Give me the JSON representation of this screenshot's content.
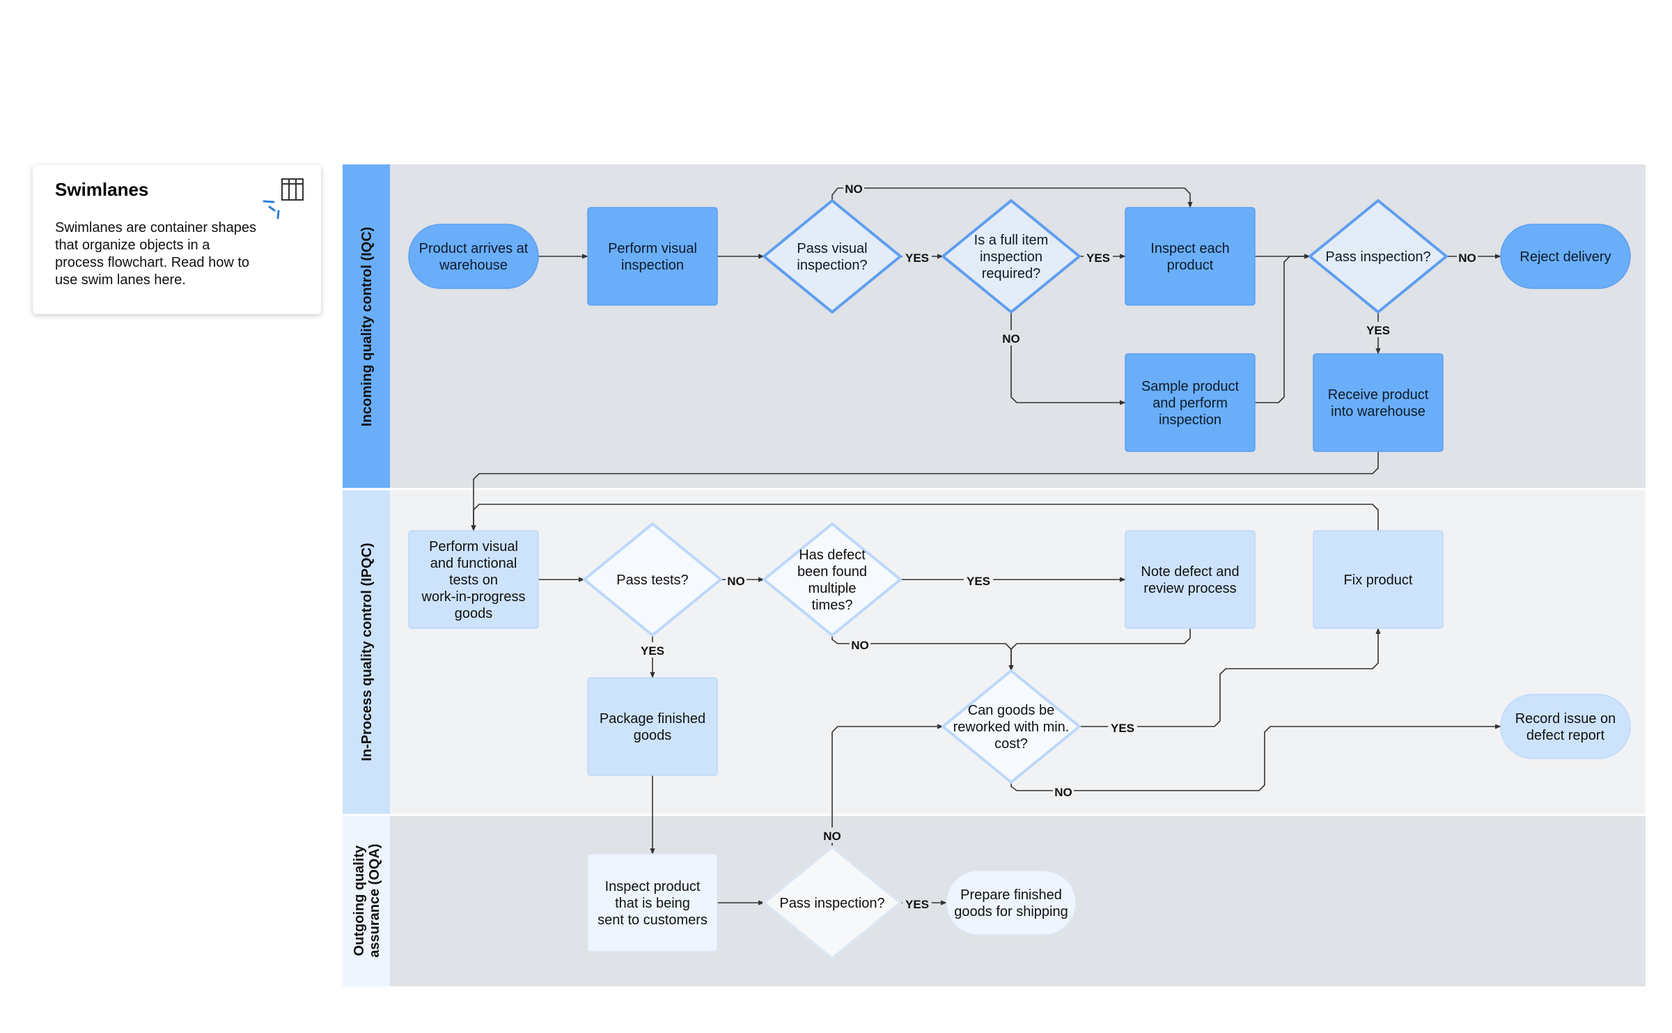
{
  "card": {
    "title": "Swimlanes",
    "body": "Swimlanes are container shapes that organize objects in a process flowchart. Read how to use swim lanes here.",
    "icon": "table-columns-icon"
  },
  "lanes": [
    {
      "id": "iqc",
      "label": "Incoming quality control (IQC)"
    },
    {
      "id": "ipqc",
      "label": "In-Process quality control (IPQC)"
    },
    {
      "id": "oqa",
      "label": "Outgoing quality assurance (OQA)"
    }
  ],
  "nodes": [
    {
      "id": "arrives",
      "text": "Product arrives at warehouse"
    },
    {
      "id": "visual",
      "text": "Perform visual inspection"
    },
    {
      "id": "pass_visual",
      "text": "Pass visual inspection?"
    },
    {
      "id": "full_item",
      "text": "Is a full item inspection required?"
    },
    {
      "id": "inspect_each",
      "text": "Inspect each product"
    },
    {
      "id": "sample",
      "text": "Sample product and perform inspection"
    },
    {
      "id": "pass_insp1",
      "text": "Pass inspection?"
    },
    {
      "id": "reject",
      "text": "Reject delivery"
    },
    {
      "id": "receive",
      "text": "Receive product into warehouse"
    },
    {
      "id": "func_tests",
      "text": "Perform visual and functional tests on work-in-progress goods"
    },
    {
      "id": "pass_tests",
      "text": "Pass tests?"
    },
    {
      "id": "defect_mult",
      "text": "Has defect been found multiple times?"
    },
    {
      "id": "note_defect",
      "text": "Note defect and review process"
    },
    {
      "id": "fix",
      "text": "Fix product"
    },
    {
      "id": "rework",
      "text": "Can goods be reworked with min. cost?"
    },
    {
      "id": "package",
      "text": "Package finished goods"
    },
    {
      "id": "record",
      "text": "Record issue on defect report"
    },
    {
      "id": "inspect_sent",
      "text": "Inspect product that is being sent to customers"
    },
    {
      "id": "pass_insp2",
      "text": "Pass inspection?"
    },
    {
      "id": "prepare",
      "text": "Prepare finished goods for shipping"
    }
  ],
  "edge_labels": {
    "yes": "YES",
    "no": "NO"
  },
  "colors": {
    "lane1_header": "#6aaefa",
    "lane2_header": "#cde3fc",
    "lane3_header": "#eef5fe",
    "lane1_bg": "#dfe2e6",
    "lane2_bg": "#f1f2f4",
    "lane3_bg": "#dfe2e6",
    "shape_dark": "#6aaefa",
    "shape_mid": "#cde3fc",
    "shape_light": "#eef5fe",
    "stroke_dark": "#5e9ef0",
    "stroke_mid": "#bcd8fb",
    "stroke_light": "#dde7f2",
    "connector": "#333333"
  }
}
